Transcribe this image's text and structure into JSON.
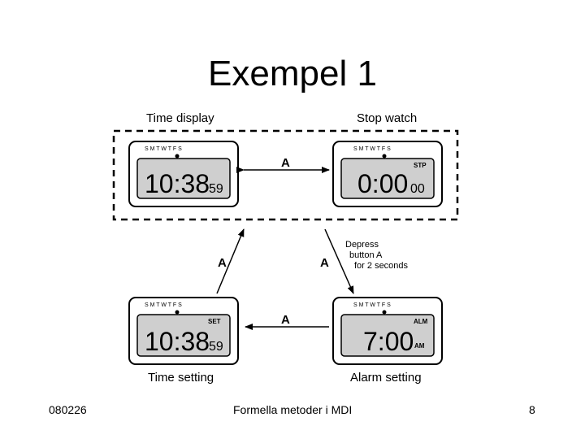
{
  "slide": {
    "title": "Exempel 1",
    "footer_left": "080226",
    "footer_center": "Formella metoder i MDI",
    "footer_right": "8"
  },
  "diagram": {
    "states": {
      "time_display": {
        "label": "Time display",
        "days": "S M T W T F S",
        "digits": "10:38",
        "small": "59",
        "badge": ""
      },
      "stop_watch": {
        "label": "Stop watch",
        "days": "S M T W T F S",
        "digits": "0:00",
        "small": "00",
        "badge": "STP"
      },
      "time_setting": {
        "label": "Time setting",
        "days": "S M T W T F S",
        "digits": "10:38",
        "small": "59",
        "badge": "SET"
      },
      "alarm_setting": {
        "label": "Alarm setting",
        "days": "S M T W T F S",
        "digits": "7:00",
        "small": "AM",
        "badge": "ALM"
      }
    },
    "transitions": {
      "top": "A",
      "bottom": "A",
      "left": "A",
      "right": "A"
    },
    "note": [
      "Depress",
      "button A",
      "for 2 seconds"
    ]
  }
}
